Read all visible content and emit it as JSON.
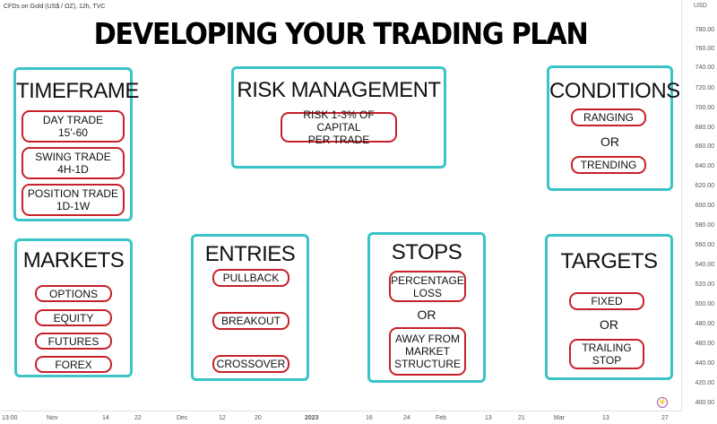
{
  "header": {
    "instrument": "CFDs on Gold (US$ / OZ), 12h, TVC",
    "title": "DEVELOPING YOUR TRADING PLAN"
  },
  "price_axis": {
    "top_tag": "USD",
    "labels": [
      "780.00",
      "760.00",
      "740.00",
      "720.00",
      "700.00",
      "680.00",
      "660.00",
      "640.00",
      "620.00",
      "600.00",
      "580.00",
      "560.00",
      "540.00",
      "520.00",
      "500.00",
      "480.00",
      "460.00",
      "440.00",
      "420.00",
      "400.00"
    ]
  },
  "time_axis": {
    "labels": [
      "13:00",
      "Nov",
      "14",
      "22",
      "Dec",
      "12",
      "20",
      "2023",
      "16",
      "24",
      "Feb",
      "13",
      "21",
      "Mar",
      "13",
      "27"
    ]
  },
  "boxes": {
    "timeframe": {
      "title": "TIMEFRAME",
      "items": [
        {
          "line1": "DAY TRADE",
          "line2": "15'-60"
        },
        {
          "line1": "SWING TRADE",
          "line2": "4H-1D"
        },
        {
          "line1": "POSITION TRADE",
          "line2": "1D-1W"
        }
      ]
    },
    "risk": {
      "title": "RISK MANAGEMENT",
      "item": {
        "line1": "RISK 1-3% OF CAPITAL",
        "line2": "PER TRADE"
      }
    },
    "conditions": {
      "title": "CONDITIONS",
      "items": [
        "RANGING",
        "TRENDING"
      ],
      "or": "OR"
    },
    "markets": {
      "title": "MARKETS",
      "items": [
        "OPTIONS",
        "EQUITY",
        "FUTURES",
        "FOREX"
      ]
    },
    "entries": {
      "title": "ENTRIES",
      "items": [
        "PULLBACK",
        "BREAKOUT",
        "CROSSOVER"
      ]
    },
    "stops": {
      "title": "STOPS",
      "item1": {
        "line1": "PERCENTAGE",
        "line2": "LOSS"
      },
      "or": "OR",
      "item2": {
        "line1": "AWAY FROM",
        "line2": "MARKET",
        "line3": "STRUCTURE"
      }
    },
    "targets": {
      "title": "TARGETS",
      "item1": "FIXED",
      "or": "OR",
      "item2": {
        "line1": "TRAILING",
        "line2": "STOP"
      }
    }
  },
  "colors": {
    "box_border": "#3bc4c7",
    "pill_border": "#c8202a"
  }
}
